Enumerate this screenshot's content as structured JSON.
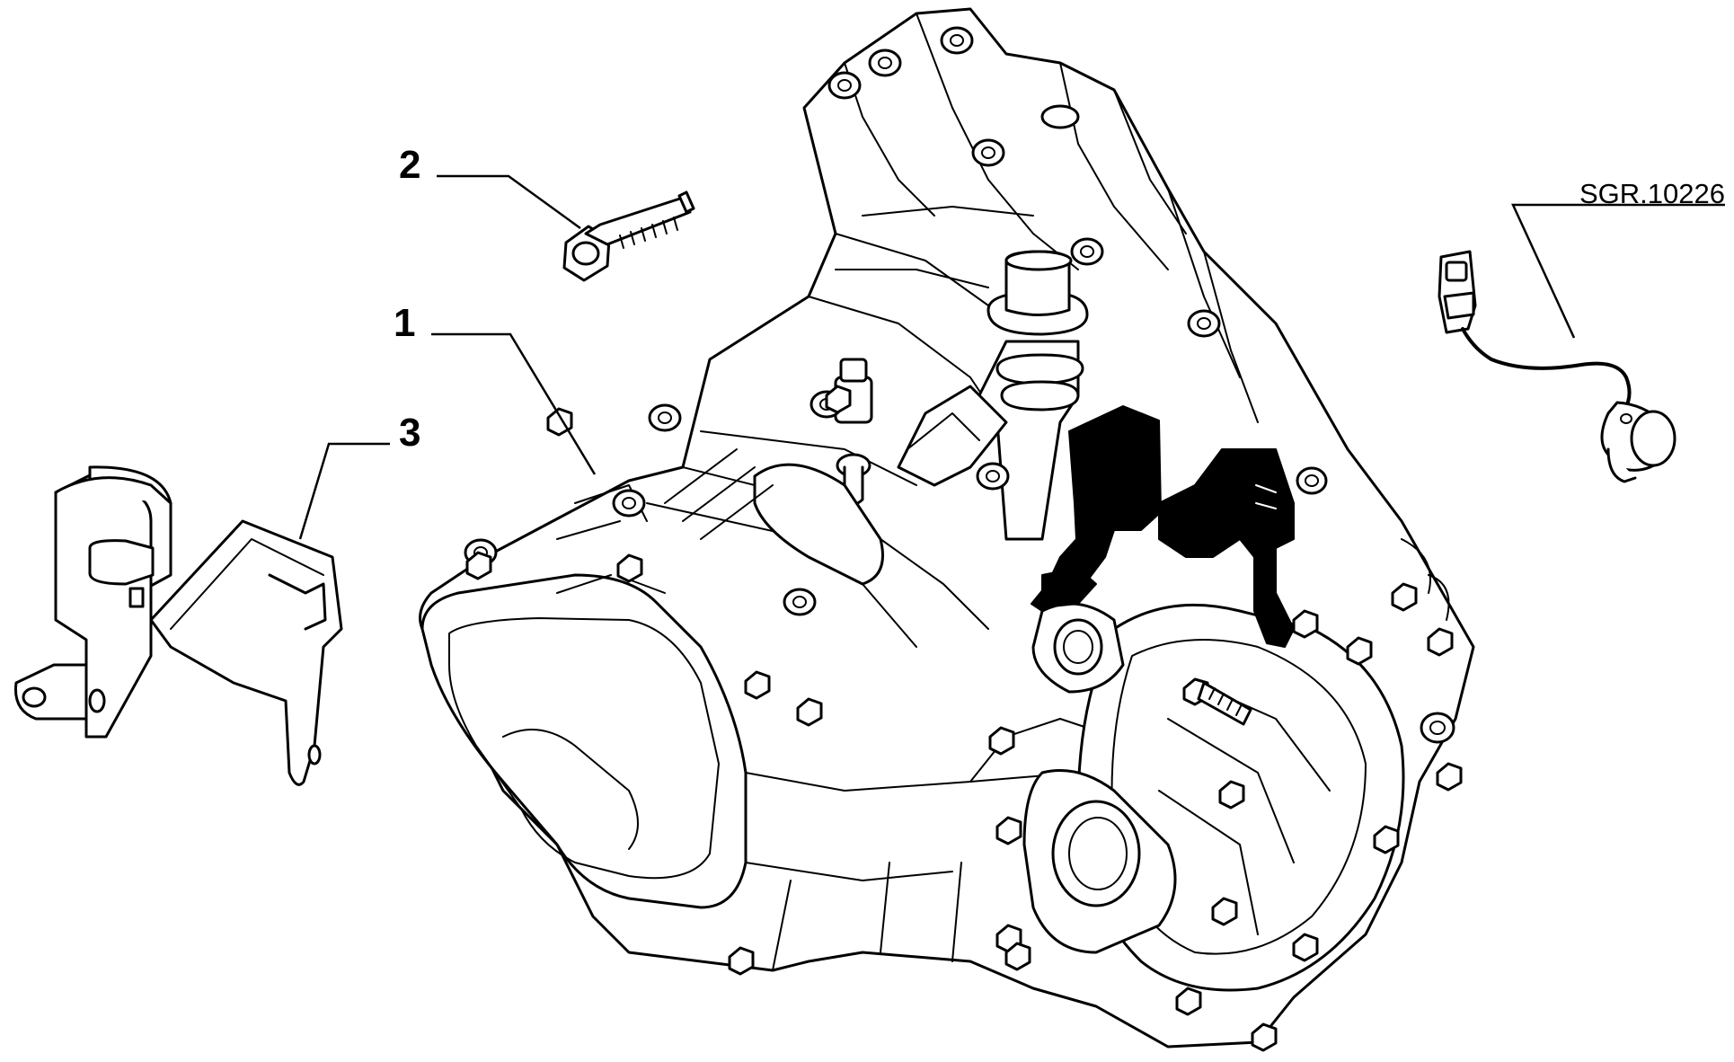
{
  "callouts": [
    {
      "label": "1"
    },
    {
      "label": "2"
    },
    {
      "label": "3"
    }
  ],
  "reference": "SGR.10226",
  "colors": {
    "line": "#000000",
    "background": "#ffffff",
    "highlight": "#000000"
  }
}
